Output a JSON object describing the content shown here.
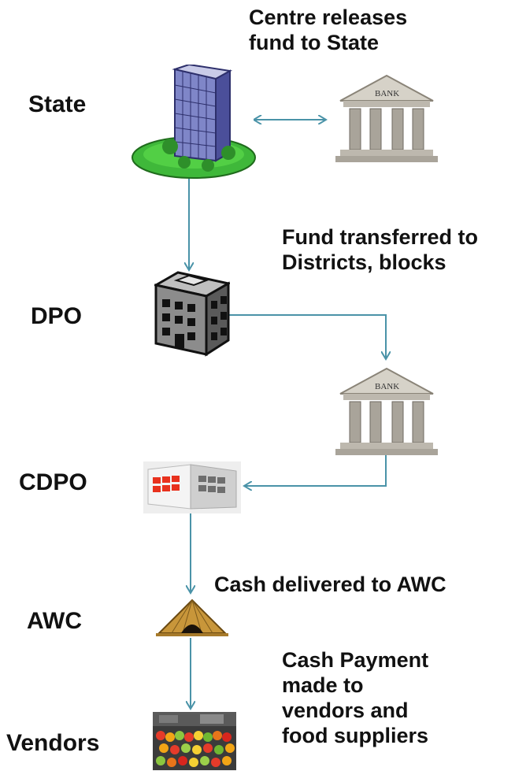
{
  "levels": {
    "state": "State",
    "dpo": "DPO",
    "cdpo": "CDPO",
    "awc": "AWC",
    "vendors": "Vendors"
  },
  "notes": {
    "centre": "Centre releases\nfund to State",
    "districts": "Fund transferred to\nDistricts, blocks",
    "cash_awc": "Cash delivered to AWC",
    "payment": "Cash Payment\nmade to\nvendors and\nfood suppliers"
  },
  "icons": {
    "state": "office-tower-icon",
    "bank": "bank-icon",
    "dpo": "office-building-icon",
    "cdpo": "storefront-building-icon",
    "awc": "hut-icon",
    "vendors": "market-stall-icon"
  },
  "bank_label": "BANK",
  "colors": {
    "arrow": "#4a93a8",
    "text": "#111111"
  }
}
